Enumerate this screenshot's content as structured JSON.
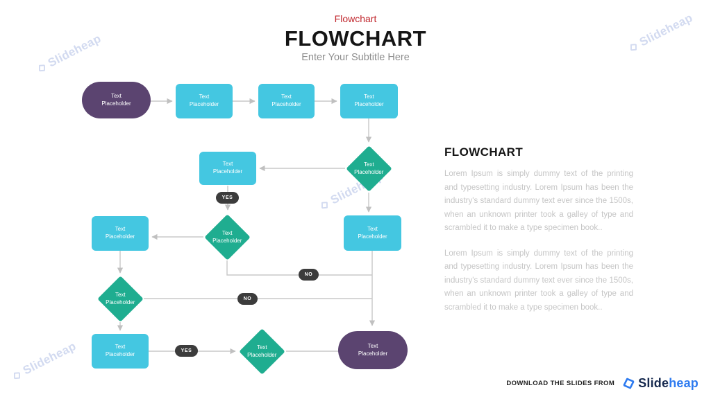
{
  "slide": {
    "eyebrow": "Flowchart",
    "title": "FLOWCHART",
    "subtitle": "Enter Your Subtitle Here"
  },
  "flowchart": {
    "nodes": [
      {
        "id": "start",
        "type": "terminator",
        "label": "Text Placeholder"
      },
      {
        "id": "step-1",
        "type": "process",
        "label": "Text Placeholder"
      },
      {
        "id": "step-2",
        "type": "process",
        "label": "Text Placeholder"
      },
      {
        "id": "step-3",
        "type": "process",
        "label": "Text Placeholder"
      },
      {
        "id": "decision-1",
        "type": "decision",
        "label": "Text Placeholder"
      },
      {
        "id": "step-4",
        "type": "process",
        "label": "Text Placeholder"
      },
      {
        "id": "step-5",
        "type": "process",
        "label": "Text Placeholder"
      },
      {
        "id": "step-6",
        "type": "process",
        "label": "Text Placeholder"
      },
      {
        "id": "decision-2",
        "type": "decision",
        "label": "Text Placeholder"
      },
      {
        "id": "decision-3",
        "type": "decision",
        "label": "Text Placeholder"
      },
      {
        "id": "step-7",
        "type": "process",
        "label": "Text Placeholder"
      },
      {
        "id": "decision-4",
        "type": "decision",
        "label": "Text Placeholder"
      },
      {
        "id": "end",
        "type": "terminator",
        "label": "Text Placeholder"
      }
    ],
    "badges": [
      {
        "label": "YES"
      },
      {
        "label": "NO"
      },
      {
        "label": "NO"
      },
      {
        "label": "YES"
      }
    ]
  },
  "panel": {
    "heading": "FLOWCHART",
    "paragraphs": [
      "Lorem Ipsum is simply dummy text of the printing and typesetting industry. Lorem Ipsum has been the industry's standard dummy text ever since the 1500s, when an unknown printer took a galley of type and scrambled it to make a type specimen book..",
      "Lorem Ipsum is simply dummy text of the printing and typesetting industry. Lorem Ipsum has been the industry's standard dummy text ever since the 1500s, when an unknown printer took a galley of type and scrambled it to make a type specimen book.."
    ]
  },
  "watermark": {
    "text": "Slideheap"
  },
  "footer": {
    "label": "DOWNLOAD THE SLIDES FROM",
    "brand": {
      "part1": "Slide",
      "part2": "heap"
    }
  },
  "colors": {
    "accent_red": "#c0272d",
    "process_cyan": "#44c7e1",
    "decision_green": "#1fad90",
    "terminator_purple": "#5b4470",
    "badge_dark": "#3c3c3c",
    "connector_gray": "#c6c6c6",
    "brand_blue": "#2e7bf0",
    "brand_navy": "#16294e",
    "watermark_blue": "#b7c4e8"
  }
}
